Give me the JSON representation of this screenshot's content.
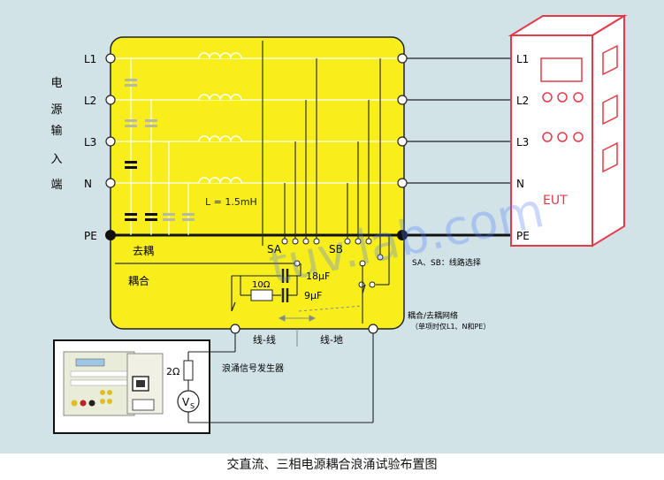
{
  "input_label_chars": [
    "电",
    "源",
    "输",
    "入",
    "端"
  ],
  "lines": [
    {
      "left": "L1",
      "right": "L1"
    },
    {
      "left": "L2",
      "right": "L2"
    },
    {
      "left": "L3",
      "right": "L3"
    },
    {
      "left": "N",
      "right": "N"
    },
    {
      "left": "PE",
      "right": "PE"
    }
  ],
  "inductance": "L = 1.5mH",
  "decoupling": "去耦",
  "coupling": "耦合",
  "sa": "SA",
  "sb": "SB",
  "res10": "10Ω",
  "cap18": "18μF",
  "cap9": "9μF",
  "line_line": "线-线",
  "line_ground": "线-地",
  "selector_note": "SA、SB：线路选择",
  "network_note_1": "耦合/去耦网络",
  "network_note_2": "（单项时仅L1、N和PE）",
  "generator_label": "浪涌信号发生器",
  "res2": "2Ω",
  "vs_main": "V",
  "vs_sub": "S",
  "eut": "EUT",
  "watermark": "tuv.lab.com",
  "caption": "交直流、三相电源耦合浪涌试验布置图",
  "colors": {
    "background": "#d2e3e8",
    "box": "#f7ee1c",
    "eut": "#e63a4a"
  }
}
